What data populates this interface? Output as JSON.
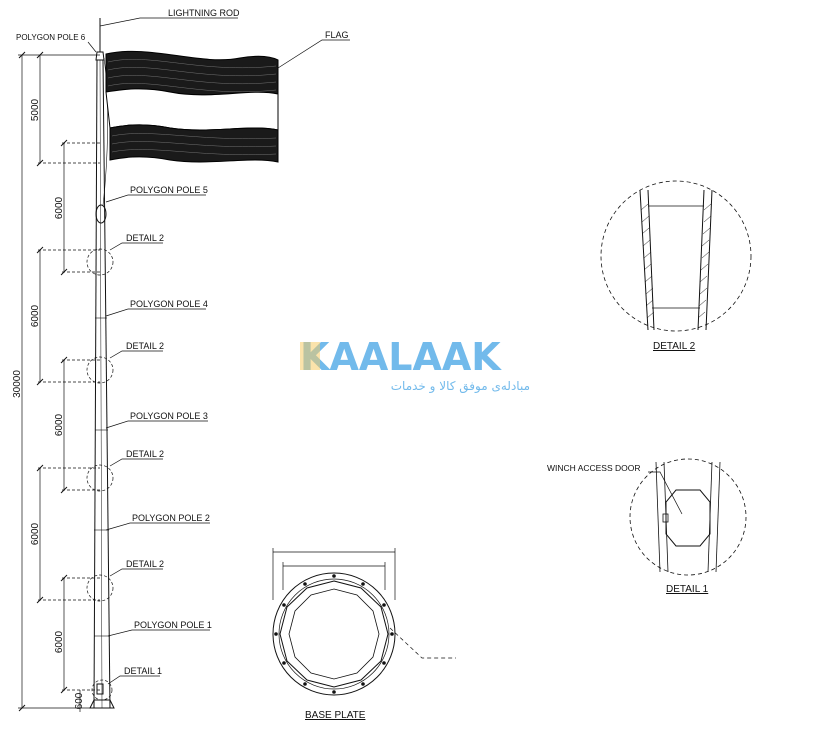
{
  "labels": {
    "lightning_rod": "LIGHTNING ROD",
    "flag": "FLAG",
    "polygon_pole_6": "POLYGON POLE 6",
    "polygon_pole_5": "POLYGON POLE 5",
    "polygon_pole_4": "POLYGON POLE 4",
    "polygon_pole_3": "POLYGON POLE 3",
    "polygon_pole_2": "POLYGON POLE 2",
    "polygon_pole_1": "POLYGON POLE 1",
    "detail_2": "DETAIL 2",
    "detail_1": "DETAIL 1",
    "winch_access_door": "WINCH ACCESS DOOR",
    "base_plate": "BASE PLATE"
  },
  "dimensions": {
    "total": "30000",
    "seg_top": "5000",
    "seg_6000": "6000",
    "base": "600"
  },
  "watermark": {
    "brand": "KAALAAK",
    "tagline": "مبادله‌ی موفق کالا و خدمات",
    "colors": {
      "yellow": "#f6c24a",
      "blue": "#5aaee8"
    }
  }
}
